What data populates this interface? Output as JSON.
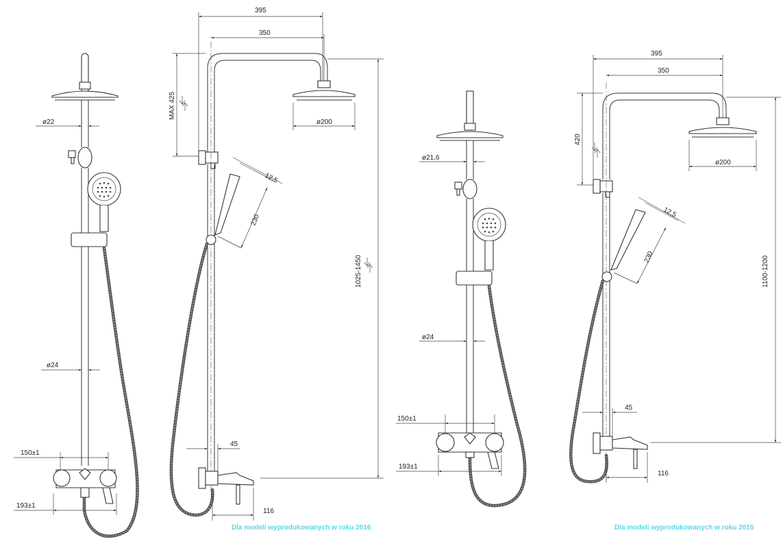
{
  "model_2016": {
    "caption": "Dla modeli wyprodukowanych w roku 2016",
    "front": {
      "d_top": "ø22",
      "d_bar": "ø24",
      "spacing_top": "150±1",
      "spacing_bottom": "193±1"
    },
    "side": {
      "arm_outer": "395",
      "arm_inner": "350",
      "head_diameter": "ø200",
      "adjust_max": "MAX 425",
      "handset_width": "12,5",
      "handset_length": "230",
      "height_range": "1025-1450",
      "spout_offset": "45",
      "spout_length": "116"
    }
  },
  "model_2015": {
    "caption": "Dla modeli wyprodukowanych w roku 2015",
    "front": {
      "d_top": "ø21,6",
      "d_bar": "ø24",
      "spacing_top": "150±1",
      "spacing_bottom": "193±1"
    },
    "side": {
      "arm_outer": "395",
      "arm_inner": "350",
      "head_diameter": "ø200",
      "adjust": "420",
      "handset_width": "12,5",
      "handset_length": "230",
      "height_range": "1100-1200",
      "spout_offset": "45",
      "spout_length": "116"
    }
  }
}
